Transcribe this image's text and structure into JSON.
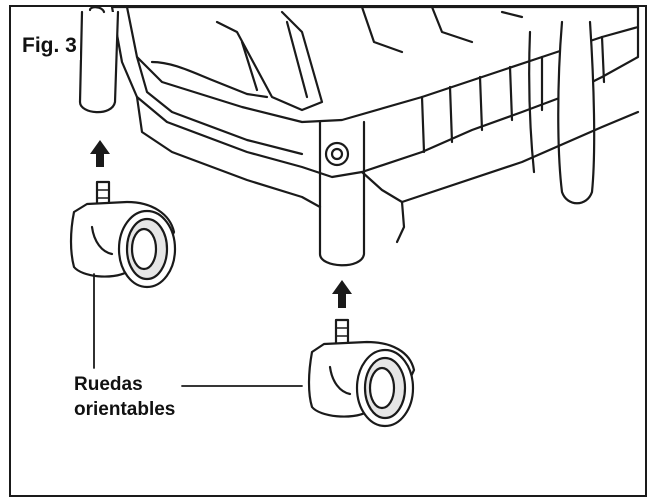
{
  "figure": {
    "number": "Fig. 3",
    "callout_line1": "Ruedas",
    "callout_line2": "orientables"
  },
  "colors": {
    "ink": "#1a1a1a",
    "fill": "#ffffff",
    "shade": "#e6e6e6"
  }
}
